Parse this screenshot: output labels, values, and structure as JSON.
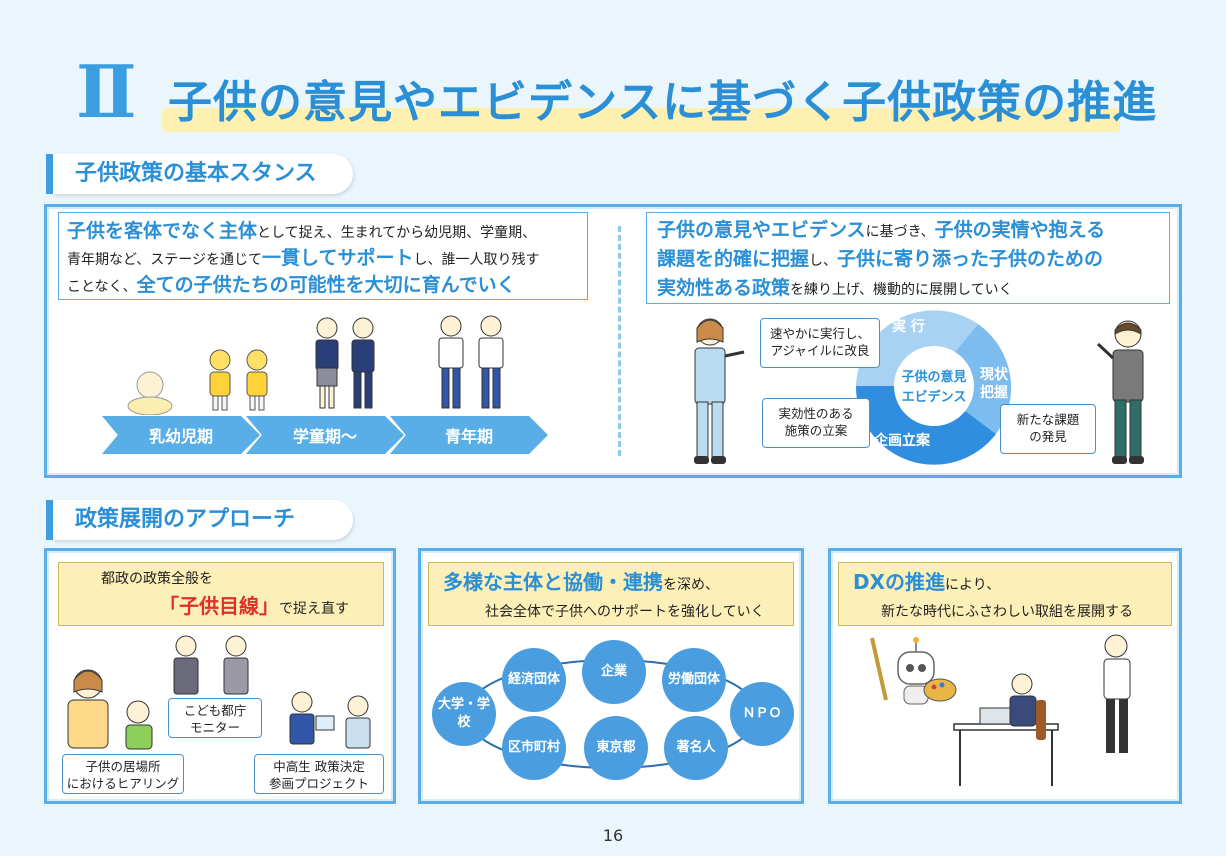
{
  "header": {
    "roman": "Ⅱ",
    "title": "子供の意見やエビデンスに基づく子供政策の推進"
  },
  "section1": {
    "label": "子供政策の基本スタンス"
  },
  "stance_left": {
    "b1": "子供を客体でなく主体",
    "t1": "として捉え、生まれてから幼児期、学童期、",
    "t2": "青年期など、ステージを通じて",
    "b2": "一貫してサポート",
    "t3": "し、誰一人取り残す",
    "t4": "ことなく、",
    "b3": "全ての子供たちの可能性を大切に育んでいく"
  },
  "stages": [
    "乳幼児期",
    "学童期～",
    "青年期"
  ],
  "stance_right": {
    "b1": "子供の意見やエビデンス",
    "t1": "に基づき、",
    "b2": "子供の実情や抱える",
    "b3": "課題を的確に把握",
    "t2": "し、",
    "b4": "子供に寄り添った子供のための",
    "b5": "実効性ある政策",
    "t3": "を練り上げ、機動的に展開していく"
  },
  "cycle": {
    "center1": "子供の意見",
    "center2": "エビデンス",
    "seg_exec": "実 行",
    "seg_grasp1": "現状",
    "seg_grasp2": "把握",
    "seg_plan": "企画立案",
    "note_exec1": "速やかに実行し、",
    "note_exec2": "アジャイルに改良",
    "note_plan1": "実効性のある",
    "note_plan2": "施策の立案",
    "note_grasp1": "新たな課題",
    "note_grasp2": "の発見"
  },
  "section2": {
    "label": "政策展開のアプローチ"
  },
  "approach1": {
    "line1": "都政の政策全般を",
    "bold": "「子供目線」",
    "line2": "で捉え直す",
    "label_a1": "子供の居場所",
    "label_a2": "におけるヒアリング",
    "label_b1": "こども都庁",
    "label_b2": "モニター",
    "label_c1": "中高生 政策決定",
    "label_c2": "参画プロジェクト"
  },
  "approach2": {
    "bold": "多様な主体と協働・連携",
    "line1": "を深め、",
    "line2": "社会全体で子供へのサポートを強化していく",
    "nodes": [
      "大学・学校",
      "経済団体",
      "企業",
      "労働団体",
      "ＮＰＯ",
      "著名人",
      "東京都",
      "区市町村"
    ]
  },
  "approach3": {
    "bold": "DXの推進",
    "line1": "により、",
    "line2": "新たな時代にふさわしい取組を展開する"
  },
  "footer": {
    "page": "16"
  },
  "colors": {
    "accent": "#2b8fd6",
    "frame": "#5aaee8",
    "highlight": "#fcefb8"
  }
}
